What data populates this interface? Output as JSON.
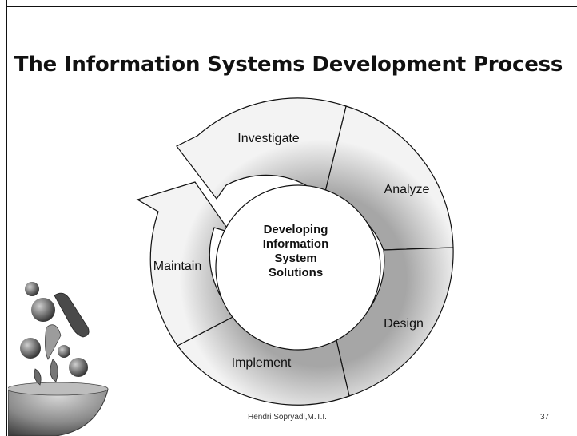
{
  "slide": {
    "title": "The Information Systems Development Process",
    "footer": "Hendri Sopryadi,M.T.I.",
    "page_number": "37"
  },
  "diagram": {
    "center_lines": [
      "Developing",
      "Information",
      "System",
      "Solutions"
    ],
    "stages": [
      "Investigate",
      "Analyze",
      "Design",
      "Implement",
      "Maintain"
    ]
  },
  "colors": {
    "ring_light": "#f2f2f2",
    "ring_dark": "#a9a9a9",
    "outline": "#111111"
  }
}
